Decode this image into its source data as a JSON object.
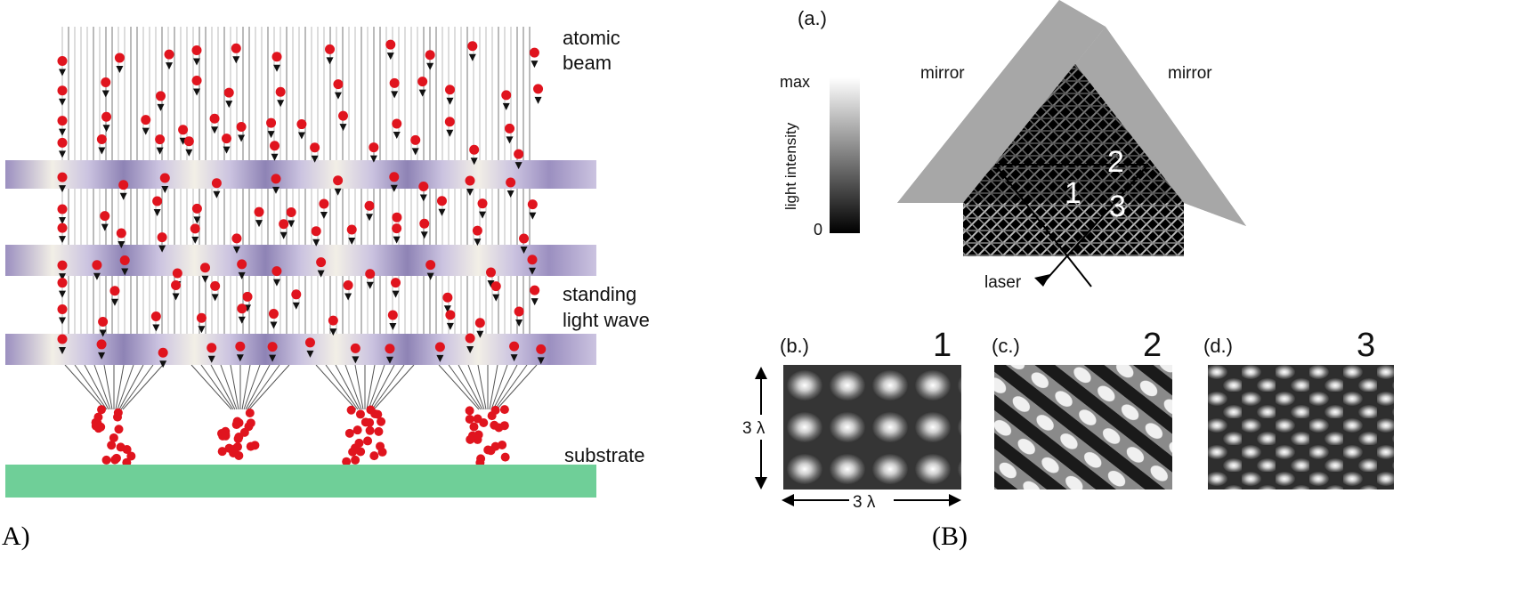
{
  "panel_a": {
    "caption": "A)",
    "labels": {
      "atomic_beam_1": "atomic",
      "atomic_beam_2": "beam",
      "standing_1": "standing",
      "standing_2": "light wave",
      "substrate": "substrate"
    },
    "colors": {
      "atom": "#e0141e",
      "light_wave": "#9b8fc0",
      "substrate": "#6fcf98"
    }
  },
  "panel_b": {
    "caption": "(B)",
    "a_label": "(a.)",
    "mirror_left": "mirror",
    "mirror_right": "mirror",
    "colorbar_title": "light intensity",
    "colorbar_max": "max",
    "colorbar_min": "0",
    "laser": "laser",
    "region_1": "1",
    "region_2": "2",
    "region_3": "3",
    "sub_b": {
      "label": "(b.)",
      "num": "1"
    },
    "sub_c": {
      "label": "(c.)",
      "num": "2"
    },
    "sub_d": {
      "label": "(d.)",
      "num": "3"
    },
    "dim_v": "3 λ",
    "dim_h": "3 λ",
    "colors": {
      "mirror": "#a7a7a7"
    }
  }
}
